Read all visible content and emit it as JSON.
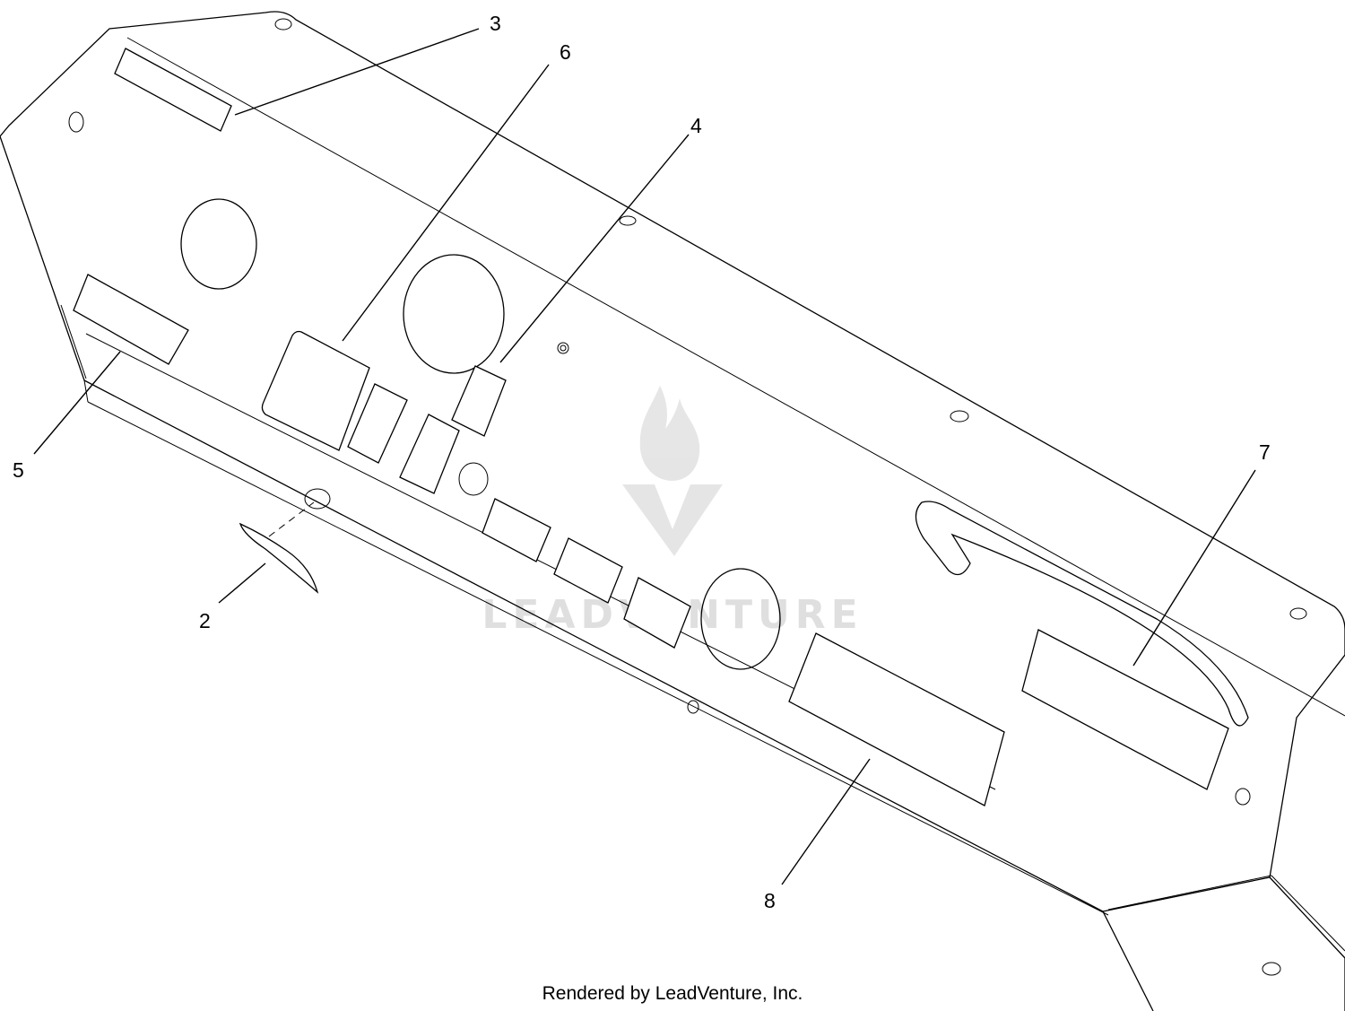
{
  "callouts": [
    {
      "id": "2",
      "label": "2"
    },
    {
      "id": "3",
      "label": "3"
    },
    {
      "id": "4",
      "label": "4"
    },
    {
      "id": "5",
      "label": "5"
    },
    {
      "id": "6",
      "label": "6"
    },
    {
      "id": "7",
      "label": "7"
    },
    {
      "id": "8",
      "label": "8"
    }
  ],
  "footer": {
    "credit": "Rendered by LeadVenture, Inc."
  },
  "watermark": {
    "text": "LEADVENTURE",
    "color": "#dcdcdc"
  },
  "colors": {
    "line": "#000000",
    "background": "#ffffff"
  }
}
